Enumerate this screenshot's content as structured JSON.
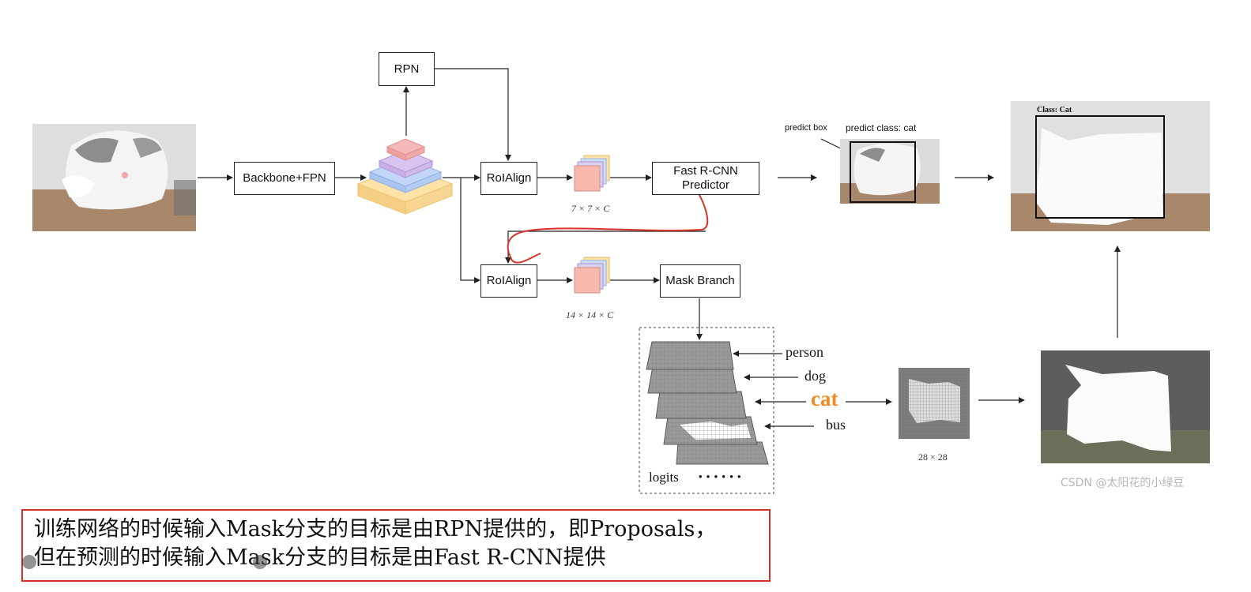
{
  "nodes": {
    "rpn": "RPN",
    "backbone": "Backbone+FPN",
    "roialign_top": "RoIAlign",
    "roialign_bottom": "RoIAlign",
    "fast_rcnn": "Fast R-CNN\nPredictor",
    "mask_branch": "Mask Branch"
  },
  "dims": {
    "top_feature": "7 × 7 × C",
    "bottom_feature": "14 × 14 × C",
    "mask_size": "28 × 28"
  },
  "predict": {
    "box_label": "predict box",
    "class_label": "predict class: cat"
  },
  "result": {
    "class_label": "Class: Cat"
  },
  "classes": {
    "person": "person",
    "dog": "dog",
    "cat": "cat",
    "bus": "bus",
    "logits": "logits",
    "ellipsis": "• • • • • •"
  },
  "note": {
    "line1": "训练网络的时候输入Mask分支的目标是由RPN提供的，即Proposals，",
    "line2": "但在预测的时候输入Mask分支的目标是由Fast R-CNN提供"
  },
  "watermark": "CSDN @太阳花的小绿豆",
  "colors": {
    "highlight_cat": "#f28a1e",
    "annotation_red": "#d6332a",
    "fpn_layers": [
      "#f5b8b8",
      "#d8c4ef",
      "#c2d6f7",
      "#ffe2a6"
    ]
  }
}
